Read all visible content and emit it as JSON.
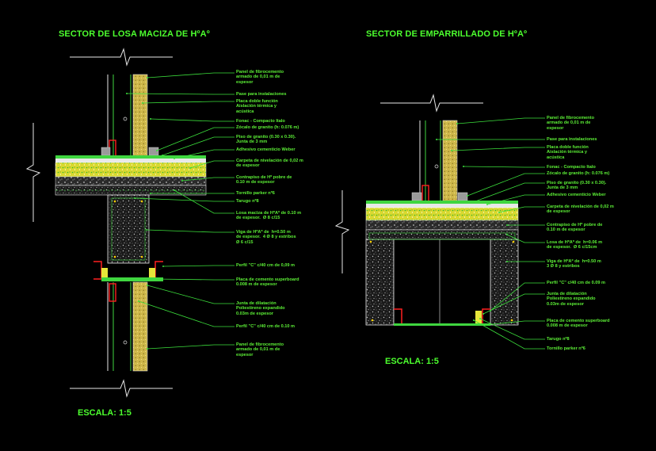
{
  "left": {
    "title": "SECTOR DE LOSA MACIZA DE HºAº",
    "scale": "ESCALA: 1:5",
    "labels": [
      "Panel de fibrocemento\narmado de 0,01 m de\nespesor",
      "Pase para instalaciones",
      "Placa doble función\nAislación térmica y\nacústica",
      "Fonac - Compacto Italo",
      "Zócalo de granito (h: 0.076 m)",
      "Piso de granito (0.30 x 0.30).\nJunta de 3 mm",
      "Adhesivo cementicio Weber",
      "Carpeta de nivelación de 0,02 m\nde espesor",
      "Contrapiso de Hº pobre de\n0.10 m de espesor",
      "Tornillo parker nº6",
      "Tarugo nº8",
      "Losa maciza de HºAº de 0.10 m\nde espesor.  Ø 8 c/15",
      "Viga de HºAº de  h=0.50 m\nde espesor.  4 Ø 8 y estribos\nØ 6 c/15",
      "Perfil \"C\" c/40 cm de 0,09 m",
      "Placa de cemento superboard\n0.008 m de espesor",
      "Junta de dilatación\nPoliestireno expandido\n0.03m de espesor",
      "Perfil \"C\" c/40 cm de 0.10 m",
      "Panel de fibrocemento\narmado de 0,01 m de\nespesor"
    ]
  },
  "right": {
    "title": "SECTOR DE EMPARRILLADO DE HºAº",
    "scale": "ESCALA: 1:5",
    "labels": [
      "Panel de fibrocemento\narmado de 0,01 m de\nespesor",
      "Pase para instalaciones",
      "Placa doble función\nAislación térmica y\nacústica",
      "Fonac - Compacto Italo",
      "Zócalo de granito (h: 0.076 m)",
      "Piso de granito (0.30 x 0.30).\nJunta de 3 mm",
      "Adhesivo cementicio Weber",
      "Carpeta de nivelación de 0,02 m\nde espesor",
      "Contrapiso de Hº pobre de\n0.10 m de espesor",
      "Losa de HºAº de  h=0.06 m\nde espesor.  Ø 6 c/15cm",
      "Viga de HºAº de  h=0.50 m\n3 Ø 8 y estribos",
      "Perfil \"C\" c/40 cm de 0.09 m",
      "Junta de dilatación\nPoliestireno expandido\n0.03m de espesor",
      "Placa de cemento superboard\n0.008 m de espesor",
      "Tarugo nº8",
      "Tornillo parker nº6"
    ]
  },
  "colors": {
    "background": "#000000",
    "text": "#5cf036",
    "outline": "#e8e8e8",
    "concrete": "#b8b8b8",
    "screed": "#e6e63a",
    "fill_green": "#3fd63f",
    "board": "#d8c050",
    "frame_red": "#ff2020",
    "steel": "#ffd000",
    "leader": "#3ce03c"
  }
}
